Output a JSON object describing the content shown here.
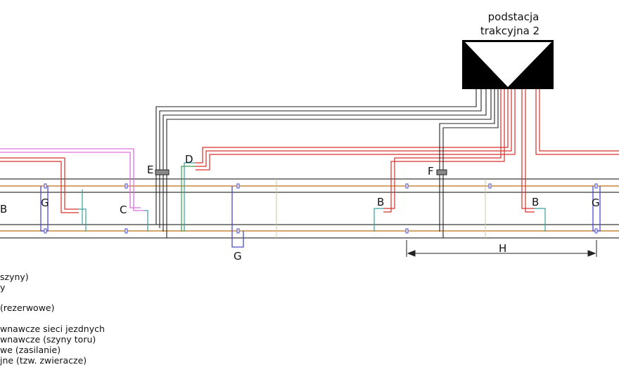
{
  "substation": {
    "line1": "podstacja",
    "line2": "trakcyjna 2"
  },
  "labels": {
    "B_left": "B",
    "G_left": "G",
    "C": "C",
    "E": "E",
    "D": "D",
    "G_mid": "G",
    "B_mid": "B",
    "F": "F",
    "B_right": "B",
    "G_right": "G",
    "H": "H"
  },
  "legend": [
    "szyny)",
    "y",
    "(rezerwowe)",
    "wnawcze sieci jezdnych",
    "wnawcze (szyny toru)",
    "we (zasilanie)",
    "jne (tzw. zwieracze)"
  ],
  "colors": {
    "feeder_red": "#d9302a",
    "return_black": "#222222",
    "reserve_magenta": "#e070e0",
    "rail_gray": "#5a5a5a",
    "contact_orange": "#c8873c",
    "connector_blue": "#4a4ad0",
    "teal": "#3aa0a0",
    "green": "#3aa050"
  }
}
